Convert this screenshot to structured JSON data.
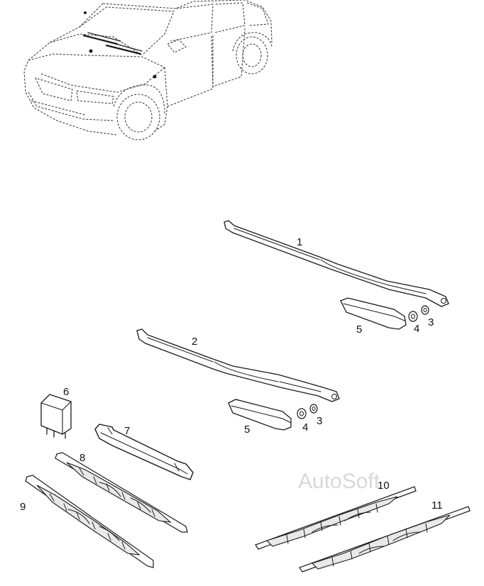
{
  "labels": {
    "wiper_arm_front_right": "1",
    "wiper_arm_front_left": "2",
    "washer_nut_upper": "3",
    "nut_upper": "4",
    "arm_cover_upper": "5",
    "relay": "6",
    "seal": "7",
    "blade_8": "8",
    "blade_9": "9",
    "blade_10": "10",
    "blade_11": "11",
    "washer_nut_lower": "3",
    "nut_lower": "4",
    "arm_cover_lower": "5"
  },
  "watermark": "AutoSoft"
}
